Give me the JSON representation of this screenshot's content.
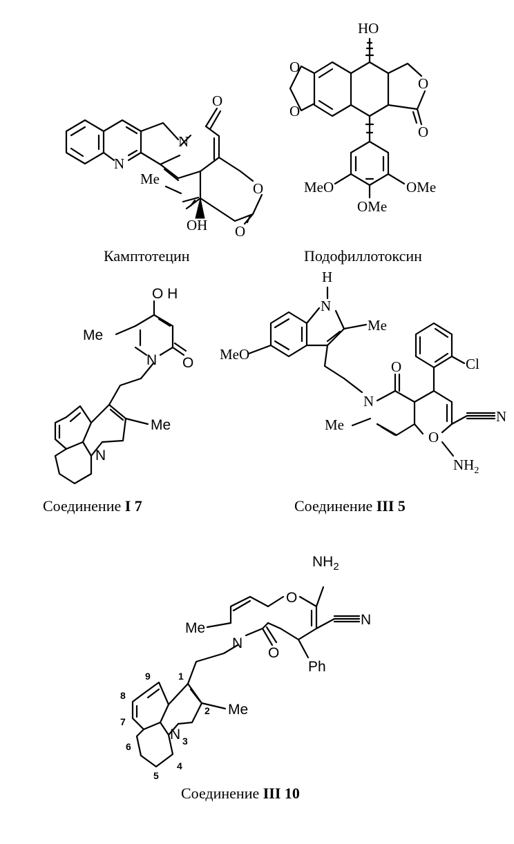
{
  "compounds": [
    {
      "id": "camptothecin",
      "caption": "Камптотецин",
      "atoms": {
        "n1": "N",
        "n2": "N",
        "o_carbonyl": "O",
        "o_ring": "O",
        "o_lactone": "O",
        "me": "Me",
        "oh": "OH"
      }
    },
    {
      "id": "podophyllotoxin",
      "caption": "Подофиллотоксин",
      "atoms": {
        "ho": "HO",
        "o1": "O",
        "o2": "O",
        "o_ring": "O",
        "o_carbonyl": "O",
        "meo": "MeO",
        "ome_right": "OMe",
        "ome_bottom": "OMe"
      }
    },
    {
      "id": "compound-i7",
      "caption_prefix": "Соединение ",
      "caption_bold": "I 7",
      "atoms": {
        "oh": "O H",
        "me_ring": "Me",
        "n_ring": "N",
        "o_carbonyl": "O",
        "n_indole": "N",
        "me_indole": "Me"
      }
    },
    {
      "id": "compound-iii5",
      "caption_prefix": "Соединение ",
      "caption_bold": "III 5",
      "atoms": {
        "h": "H",
        "n_indole": "N",
        "me_indole": "Me",
        "meo": "MeO",
        "n_ring": "N",
        "o_carbonyl": "O",
        "me_ring": "Me",
        "cl": "Cl",
        "o_ring": "O",
        "n_nitrile": "N",
        "nh2": "NH",
        "nh2_sub": "2"
      }
    },
    {
      "id": "compound-iii10",
      "caption_prefix": "Соединение ",
      "caption_bold": "III 10",
      "atoms": {
        "nh2": "NH",
        "nh2_sub": "2",
        "o_ring": "O",
        "n_nitrile": "N",
        "me_ring": "Me",
        "ph": "Ph",
        "n_ring": "N",
        "o_carbonyl": "O",
        "me_indole": "Me",
        "n_indole": "N"
      },
      "locants": [
        "1",
        "2",
        "3",
        "4",
        "5",
        "6",
        "7",
        "8",
        "9"
      ]
    }
  ]
}
